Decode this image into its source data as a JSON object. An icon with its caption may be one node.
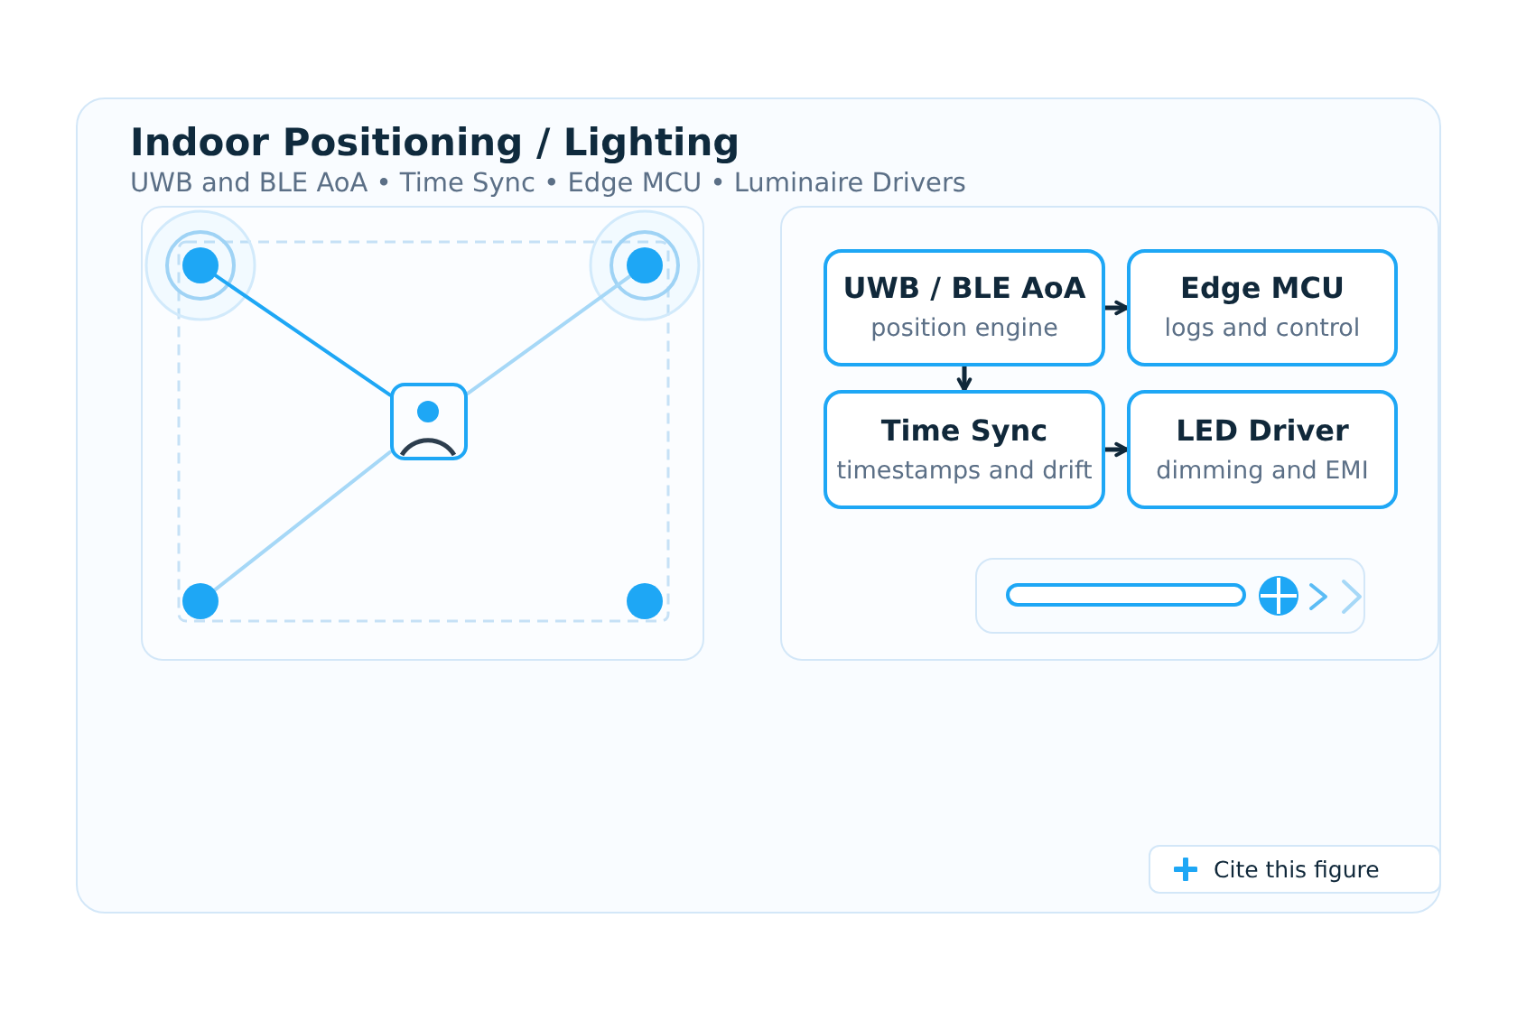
{
  "diagram": {
    "title": "Indoor Positioning / Lighting",
    "nodes": [
      {
        "text": [],
        "shape": "circle"
      },
      {
        "text": [],
        "shape": "circle"
      },
      {
        "text": [],
        "shape": "box"
      },
      {
        "text": [],
        "shape": "circle"
      },
      {
        "text": [],
        "shape": "circle"
      },
      {
        "text": [
          "UWB / BLE AoA",
          "position engine"
        ]
      },
      {
        "text": [
          "Edge MCU",
          "logs and control"
        ]
      },
      {
        "text": [
          "Time Sync",
          "timestamps and drift"
        ]
      },
      {
        "text": [
          "LED Driver",
          "dimming and EMI"
        ]
      }
    ],
    "edges": [
      {
        "from": 0,
        "to": 2,
        "arrow": "none",
        "color": "#1ea7f5"
      },
      {
        "from": 3,
        "to": 2,
        "arrow": "none",
        "color": "#a6d8f7"
      },
      {
        "from": 2,
        "to": 1,
        "arrow": "none",
        "color": "#a6d8f7"
      },
      {
        "from": 5,
        "to": 6,
        "arrow": "to"
      },
      {
        "from": 5,
        "to": 7,
        "arrow": "to"
      },
      {
        "from": 7,
        "to": 8,
        "arrow": "to"
      }
    ],
    "labels": [
      "UWB and BLE AoA • Time Sync • Edge MCU • Luminaire Drivers",
      "Cite this figure"
    ]
  }
}
